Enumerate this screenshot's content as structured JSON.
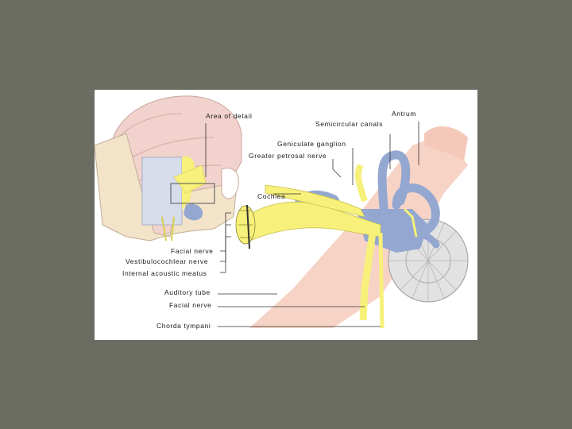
{
  "labels": {
    "area_of_detail": "Area of detail",
    "antrum": "Antrum",
    "semicircular_canals": "Semicircular canals",
    "geniculate_ganglion": "Geniculate ganglion",
    "greater_petrosal_nerve": "Greater petrosal nerve",
    "cochlea": "Cochlea",
    "facial_nerve_top": "Facial nerve",
    "vestibulocochlear_nerve": "Vestibulocochlear nerve",
    "internal_acoustic_meatus": "Internal acoustic meatus",
    "auditory_tube": "Auditory tube",
    "facial_nerve_bottom": "Facial nerve",
    "chorda_tympani": "Chorda tympani"
  },
  "colors": {
    "background": "#6b6d62",
    "nerve": "#f7f07a",
    "vestibular": "#93a7d0",
    "bone": "#f7d3c6",
    "brain": "#f2d2cc",
    "drum": "#cfcfcf"
  }
}
